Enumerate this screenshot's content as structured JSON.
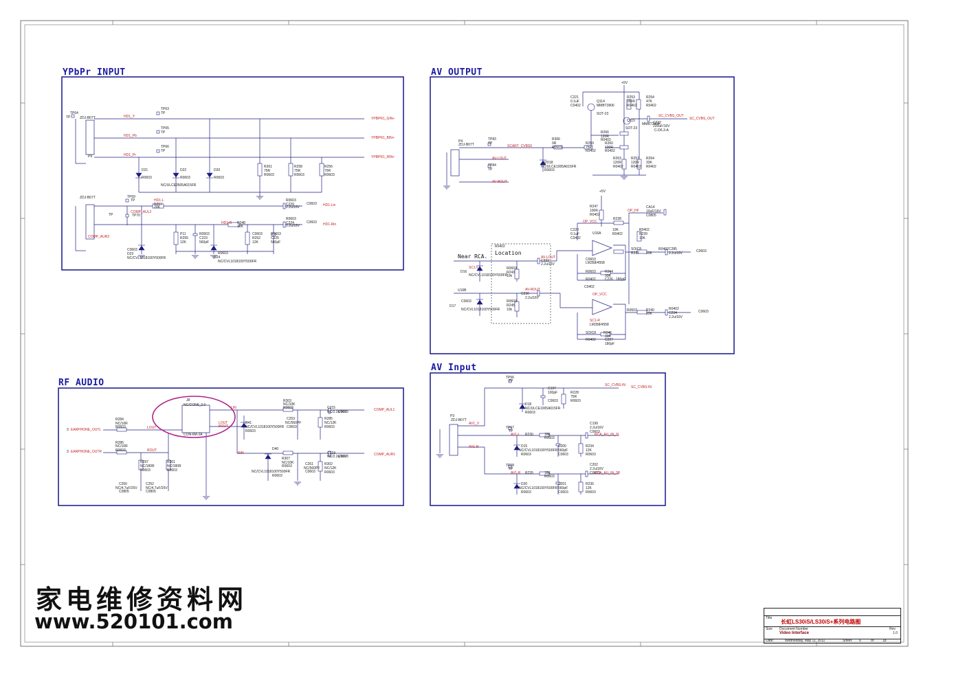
{
  "sections": {
    "ypbpr": "YPbPr INPUT",
    "av_output": "AV OUTPUT",
    "rf_audio": "RF AUDIO",
    "av_input": "AV Input"
  },
  "watermark": {
    "site_name": "家电维修资料网",
    "url": "www.520101.com"
  },
  "title_block": {
    "title_label": "Title",
    "title": "长虹LS30iS/LS30iS+系列电路图",
    "size_label": "Size",
    "doc_label": "Document Number",
    "doc": "Video Interface",
    "rev_label": "Rev",
    "rev": "1.0",
    "date_label": "Date:",
    "date": "Wednesday, May 11, 2011",
    "sheet_label": "Sheet",
    "sheet_no": "6",
    "of_label": "of",
    "sheet_total": "18"
  },
  "labels": {
    "yp": [
      "TP64",
      "TP",
      "ZDJ-B07T",
      "TP63",
      "TP",
      "HD1_Y",
      "YPBPR1_GIN+",
      "TP65",
      "TP",
      "HD1_Pb",
      "YPBPR1_BIN+",
      "TP66",
      "TP",
      "HD1_Pr",
      "YPBPR1_RIN+",
      "P9",
      "D21",
      "R0603",
      "D22",
      "R0603",
      "D20",
      "R0603",
      "R261",
      "75R",
      "R0603",
      "R258",
      "75R",
      "R0603",
      "R256",
      "75R",
      "R0603",
      "NC/ULCE0505A015FR",
      "ZDJ-B07T",
      "TP69",
      "TP",
      "HD1-L",
      "R257",
      "20K",
      "R0603",
      "C229",
      "2.2u/16V",
      "C0603",
      "HD1-Lin",
      "COMP_AUL2",
      "TP70",
      "TP",
      "HD1-R",
      "R248",
      "18K",
      "R0603",
      "C224",
      "2.2u/16V",
      "C0603",
      "HD1-Rin",
      "COMP_AUR2",
      "P11",
      "R255",
      "12K",
      "R0603",
      "C223",
      "560pF",
      "C0603",
      "R252",
      "12K",
      "R0603",
      "C225",
      "560pF",
      "C0603",
      "D23",
      "NC/CVL1018100Y500FR",
      "R0603",
      "D24",
      "NC/CVL1018100Y500FR",
      "R0603"
    ],
    "avo": [
      "+5V",
      "C221",
      "0.1uF",
      "C0402",
      "Q114",
      "MMBT3906",
      "SOT-23",
      "R253",
      "390R",
      "R0402",
      "R254",
      "47K",
      "R0402",
      "Q115",
      "MMBT3904",
      "SOT-23",
      "SC_CVBS_OUT",
      "SC_CVBS_OUT",
      "C222",
      "220uF/16V",
      "C-D6.3-A",
      "P4",
      "ZDJ-B07T",
      "TP83",
      "TP",
      "SCART_CVBS0",
      "R306",
      "0R",
      "R0603",
      "R259",
      "75R",
      "R0402",
      "R266",
      "120R",
      "R0402",
      "R260",
      "100R",
      "R0402",
      "AV-LOUT",
      "TP84",
      "TP",
      "AV-ROUT",
      "VD18",
      "NC/ULCE1005A015FR",
      "R0603",
      "R263",
      "120R",
      "R0402",
      "R257",
      "120R",
      "R0402",
      "R264",
      "33K",
      "R0402",
      "+5V",
      "R247",
      "100R",
      "R0402",
      "OP_HF",
      "CA14",
      "10uF/16V",
      "C0805",
      "OP_VCC",
      "R238",
      "R0402",
      "C220",
      "0.1uF",
      "C0402",
      "U16A",
      "10K",
      "R0402",
      "R239",
      "10K",
      "R0402",
      "Location",
      "Near RCA.",
      "AV-LOUT",
      "C232",
      "2.2u/16V",
      "C0603",
      "LM358/4558",
      "SOIC8",
      "R237",
      "10K",
      "R0402",
      "C285",
      "2.2u/16V",
      "C0603",
      "SC1-L",
      "D16",
      "NC/CVL1018100Y500FR",
      "R0603",
      "R243",
      "10k",
      "R0603",
      "R244",
      "33K",
      "R0402",
      "C226",
      "180pF",
      "C0402",
      "OP_VCC",
      "U16B",
      "AV-ROUT",
      "C230",
      "2.2u/16V",
      "C0603",
      "D17",
      "NC/CVL1018100Y500FR",
      "R0603",
      "R245",
      "10k",
      "R0603",
      "R240",
      "10K",
      "R0402",
      "C234",
      "2.2u/16V",
      "C0603",
      "SC1-R",
      "LM358/4558",
      "SOIC8",
      "R246",
      "33K",
      "R0402",
      "C227",
      "180pF",
      "C0402"
    ],
    "rf": [
      "J8",
      "NC/CON6_2.0",
      "CON-6M-2A",
      "3",
      "EARPHONE_OUTL",
      "R284",
      "NC/10R",
      "R0603",
      "LOUT",
      "3",
      "EARPHONE_OUTR",
      "R286",
      "NC/10R",
      "R0603",
      "ROUT",
      "R297",
      "NC/180R",
      "R0603",
      "R301",
      "NC/180R",
      "R0603",
      "C250",
      "NC/4.7uF/25V",
      "C0805",
      "C252",
      "NC/4.7uF/25V",
      "C0805",
      "LIN",
      "R303",
      "NC/10K",
      "R0603",
      "C215",
      "NC/2.2u/16V",
      "C0603",
      "COMP_AUL1",
      "LOUT",
      "ROUT",
      "D41",
      "NC/CVL1018100Y500FR",
      "R0603",
      "C253",
      "NC/560PF",
      "C0603",
      "R285",
      "NC/12K",
      "R0603",
      "RIN",
      "R307",
      "NC/10K",
      "R0603",
      "C219",
      "NC/2.2u/16V",
      "C0603",
      "COMP_AUR1",
      "D40",
      "NC/CVL1018100Y500FR",
      "R0603",
      "C261",
      "NC/560PF",
      "C0603",
      "R302",
      "NC/12K",
      "R0603"
    ],
    "avi": [
      "TP56",
      "TP",
      "C197",
      "100pF",
      "C0603",
      "R228",
      "75R",
      "R0603",
      "SC_CVBS-IN",
      "SC_CVBS-IN",
      "D18",
      "NC/ULCE1005A015FR",
      "R0603",
      "P3",
      "ZDJ-B07T",
      "AV1_V",
      "TP57",
      "TP",
      "AV1-L",
      "R230",
      "18K",
      "R0603",
      "C199",
      "2.2u/16V",
      "C0603",
      "RCA_AU_IN_3L",
      "AV1-R",
      "D15",
      "NC/CVL1018100Y500FR",
      "R0603",
      "C200",
      "560pF",
      "C0603",
      "R234",
      "12K",
      "R0603",
      "TP58",
      "TP",
      "AV1-R",
      "R235",
      "18K",
      "R0603",
      "C202",
      "2.2u/16V",
      "C0603",
      "RCA_AU_IN_3R",
      "D20",
      "NC/CVL1018100Y500FR",
      "R0603",
      "C201",
      "560pF",
      "C0603",
      "R236",
      "12K",
      "R0603"
    ]
  }
}
